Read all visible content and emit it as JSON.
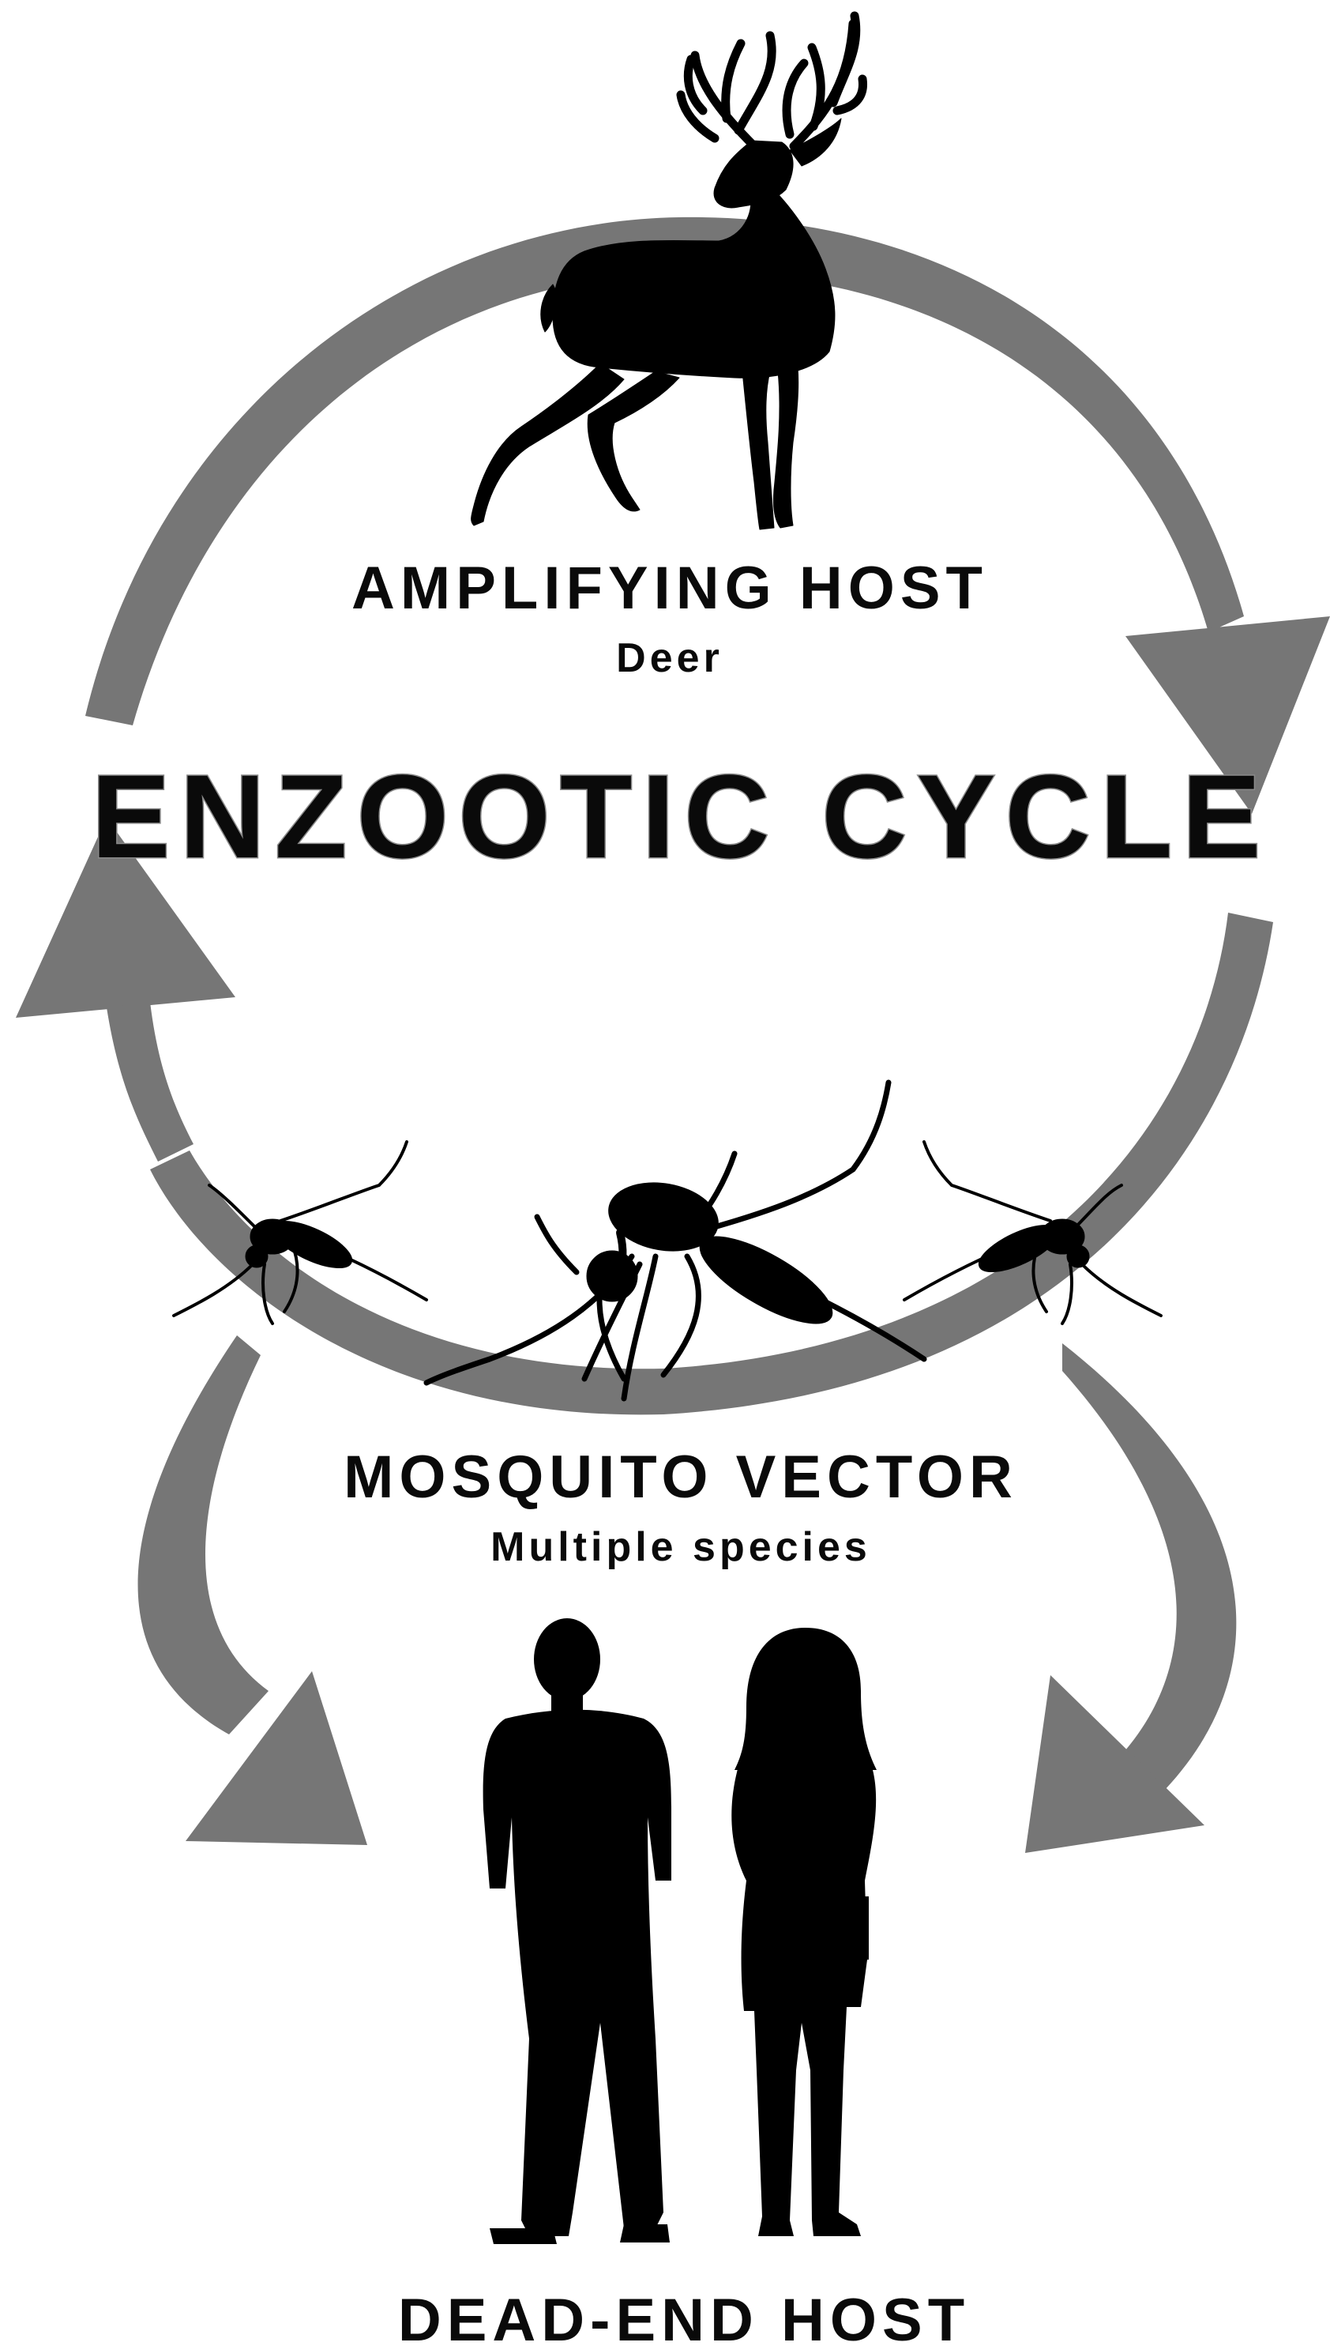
{
  "diagram": {
    "title": "ENZOOTIC CYCLE",
    "nodes": [
      {
        "id": "amplifying-host",
        "label": "AMPLIFYING HOST",
        "sublabel": "Deer",
        "icon": "deer-icon"
      },
      {
        "id": "mosquito-vector",
        "label": "MOSQUITO VECTOR",
        "sublabel": "Multiple species",
        "icon": "mosquito-icon"
      },
      {
        "id": "dead-end-host",
        "label": "DEAD-END HOST",
        "icon": "humans-icon"
      }
    ],
    "colors": {
      "arrow": "#767676",
      "silhouette": "#000000",
      "text": "#0a0a0a",
      "background": "#ffffff"
    }
  }
}
